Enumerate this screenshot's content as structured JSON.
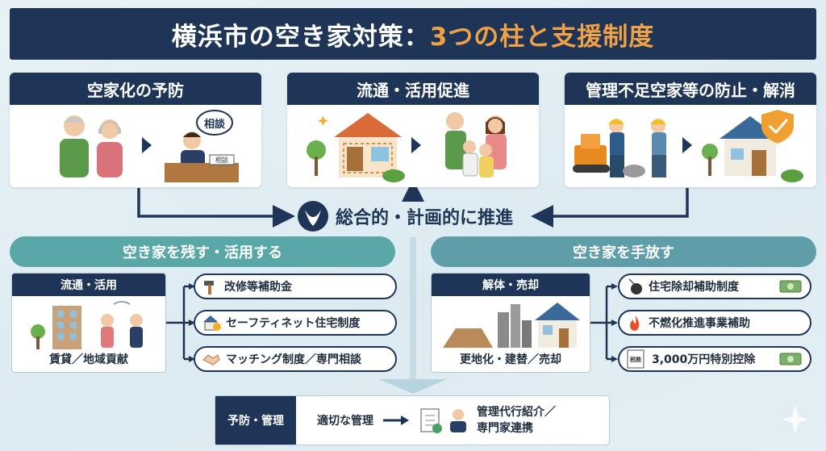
{
  "title": {
    "part1": "横浜市の空き家対策：",
    "part2": "3つの柱と支援制度"
  },
  "pillars": [
    {
      "label": "空家化の予防",
      "bubble": "相談",
      "desk_sign": "相談"
    },
    {
      "label": "流通・活用促進"
    },
    {
      "label": "管理不足空家等の防止・解消"
    }
  ],
  "center": {
    "label": "総合的・計画的に推進"
  },
  "sections": {
    "left": {
      "header": "空き家を残す・活用する",
      "box_title": "流通・活用",
      "box_caption": "賃貸／地域貢献",
      "items": [
        {
          "label": "改修等補助金",
          "icon": "hammer-icon"
        },
        {
          "label": "セーフティネット住宅制度",
          "icon": "house-coin-icon"
        },
        {
          "label": "マッチング制度／専門相談",
          "icon": "handshake-icon"
        }
      ]
    },
    "right": {
      "header": "空き家を手放す",
      "box_title": "解体・売却",
      "box_caption": "更地化・建替／売却",
      "items": [
        {
          "label": "住宅除却補助制度",
          "icon": "wrecking-ball-icon"
        },
        {
          "label": "不燃化推進事業補助",
          "icon": "fire-icon"
        },
        {
          "label": "3,000万円特別控除",
          "icon": "tax-document-icon",
          "doc_label": "税務"
        }
      ]
    }
  },
  "bottom": {
    "header": "予防・管理",
    "middle": "適切な管理",
    "right_line1": "管理代行紹介／",
    "right_line2": "専門家連携"
  },
  "colors": {
    "navy": "#1e3557",
    "accent_orange": "#f0a046",
    "teal_left": "#5aa7a8",
    "teal_right": "#5f9ea8"
  }
}
